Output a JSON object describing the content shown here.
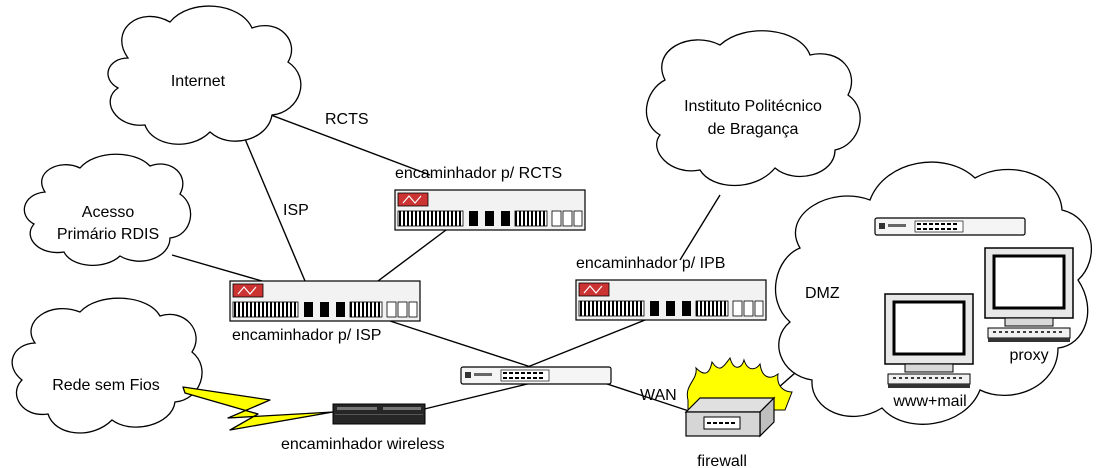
{
  "clouds": {
    "internet": "Internet",
    "rdis_line1": "Acesso",
    "rdis_line2": "Primário RDIS",
    "ipb_line1": "Instituto Politécnico",
    "ipb_line2": "de Bragança",
    "wireless": "Rede sem Fios"
  },
  "links": {
    "rcts": "RCTS",
    "isp": "ISP",
    "wan": "WAN",
    "dmz": "DMZ"
  },
  "devices": {
    "router_rcts": "encaminhador p/ RCTS",
    "router_isp": "encaminhador p/ ISP",
    "router_ipb": "encaminhador p/ IPB",
    "router_wireless": "encaminhador wireless",
    "firewall": "firewall",
    "www_mail": "www+mail",
    "proxy": "proxy"
  },
  "colors": {
    "line": "#000000",
    "lightning": "#ffff00",
    "flame": "#ffff00",
    "device_body": "#f2f2f2",
    "router_logo": "#cc3333"
  }
}
